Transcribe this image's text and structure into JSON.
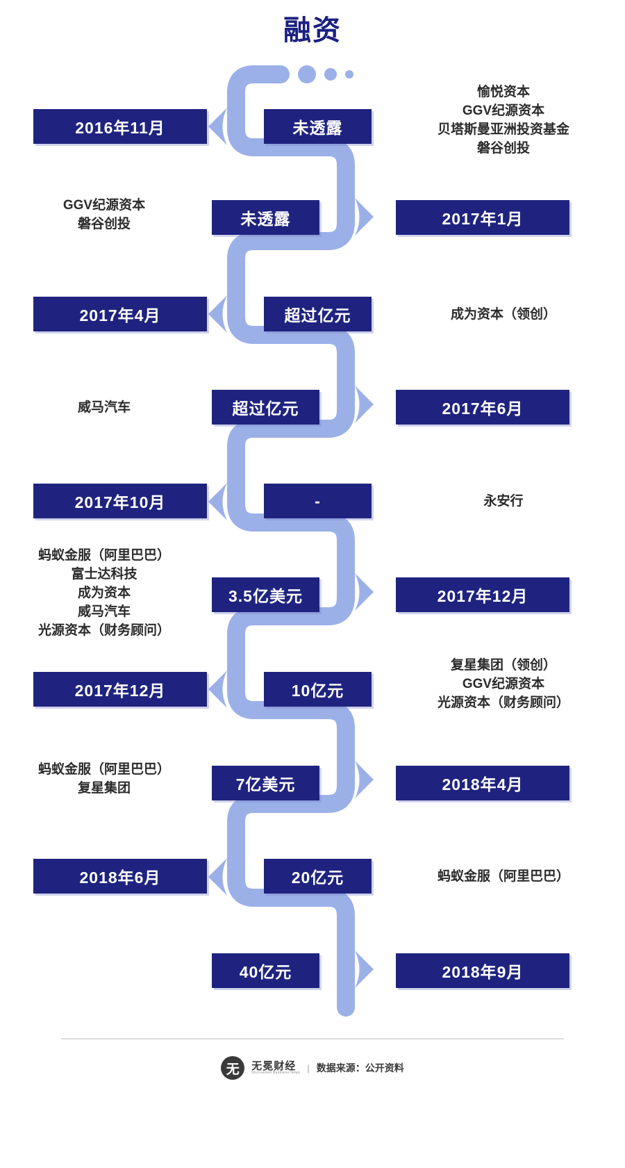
{
  "title": "融资",
  "rows": [
    {
      "date": "2016年11月",
      "date_side": "left",
      "amount": "未透露",
      "amount_side": "right",
      "investors": "愉悦资本\nGGV纪源资本\n贝塔斯曼亚洲投资基金\n磐谷创投",
      "investors_side": "right"
    },
    {
      "date": "2017年1月",
      "date_side": "right",
      "amount": "未透露",
      "amount_side": "left",
      "investors": "GGV纪源资本\n磐谷创投",
      "investors_side": "left"
    },
    {
      "date": "2017年4月",
      "date_side": "left",
      "amount": "超过亿元",
      "amount_side": "right",
      "investors": "成为资本（领创）",
      "investors_side": "right"
    },
    {
      "date": "2017年6月",
      "date_side": "right",
      "amount": "超过亿元",
      "amount_side": "left",
      "investors": "威马汽车",
      "investors_side": "left"
    },
    {
      "date": "2017年10月",
      "date_side": "left",
      "amount": "-",
      "amount_side": "right",
      "investors": "永安行",
      "investors_side": "right"
    },
    {
      "date": "2017年12月",
      "date_side": "right",
      "amount": "3.5亿美元",
      "amount_side": "left",
      "investors": "蚂蚁金服（阿里巴巴）\n富士达科技\n成为资本\n威马汽车\n光源资本（财务顾问）",
      "investors_side": "left"
    },
    {
      "date": "2017年12月",
      "date_side": "left",
      "amount": "10亿元",
      "amount_side": "right",
      "investors": "复星集团（领创）\nGGV纪源资本\n光源资本（财务顾问）",
      "investors_side": "right"
    },
    {
      "date": "2018年4月",
      "date_side": "right",
      "amount": "7亿美元",
      "amount_side": "left",
      "investors": "蚂蚁金服（阿里巴巴）\n复星集团",
      "investors_side": "left"
    },
    {
      "date": "2018年6月",
      "date_side": "left",
      "amount": "20亿元",
      "amount_side": "right",
      "investors": "蚂蚁金服（阿里巴巴）",
      "investors_side": "right"
    },
    {
      "date": "2018年9月",
      "date_side": "right",
      "amount": "40亿元",
      "amount_side": "left",
      "investors": "",
      "investors_side": "left"
    }
  ],
  "footer": {
    "logo_glyph": "无",
    "logo_name": "无冕财经",
    "logo_sub": "Uncrowned Business News",
    "separator": "|",
    "source": "数据来源：公开资料"
  },
  "colors": {
    "navy": "#1f237f",
    "title_navy": "#1b2080",
    "ribbon_blue": "#9cb0e8",
    "text_dark": "#2b2b2b",
    "background": "#ffffff"
  }
}
